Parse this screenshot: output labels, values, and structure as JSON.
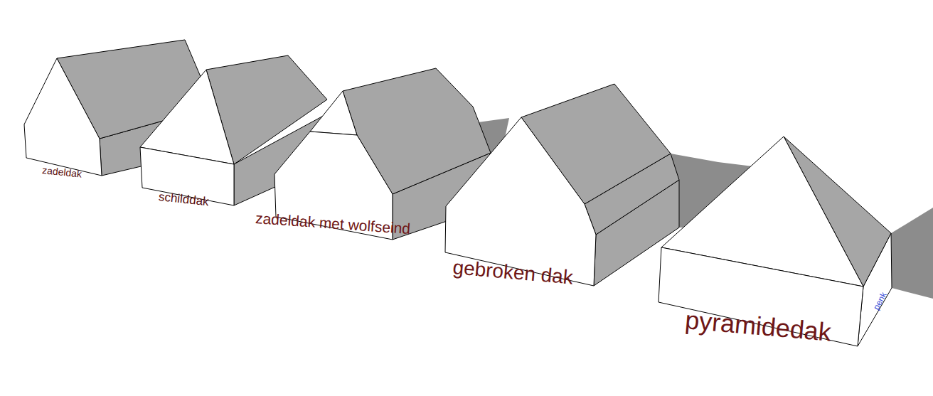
{
  "diagram": {
    "labels": [
      "zadeldak",
      "schilddak",
      "zadeldak met wolfseind",
      "gebroken dak",
      "pyramidedak",
      "penk"
    ]
  }
}
